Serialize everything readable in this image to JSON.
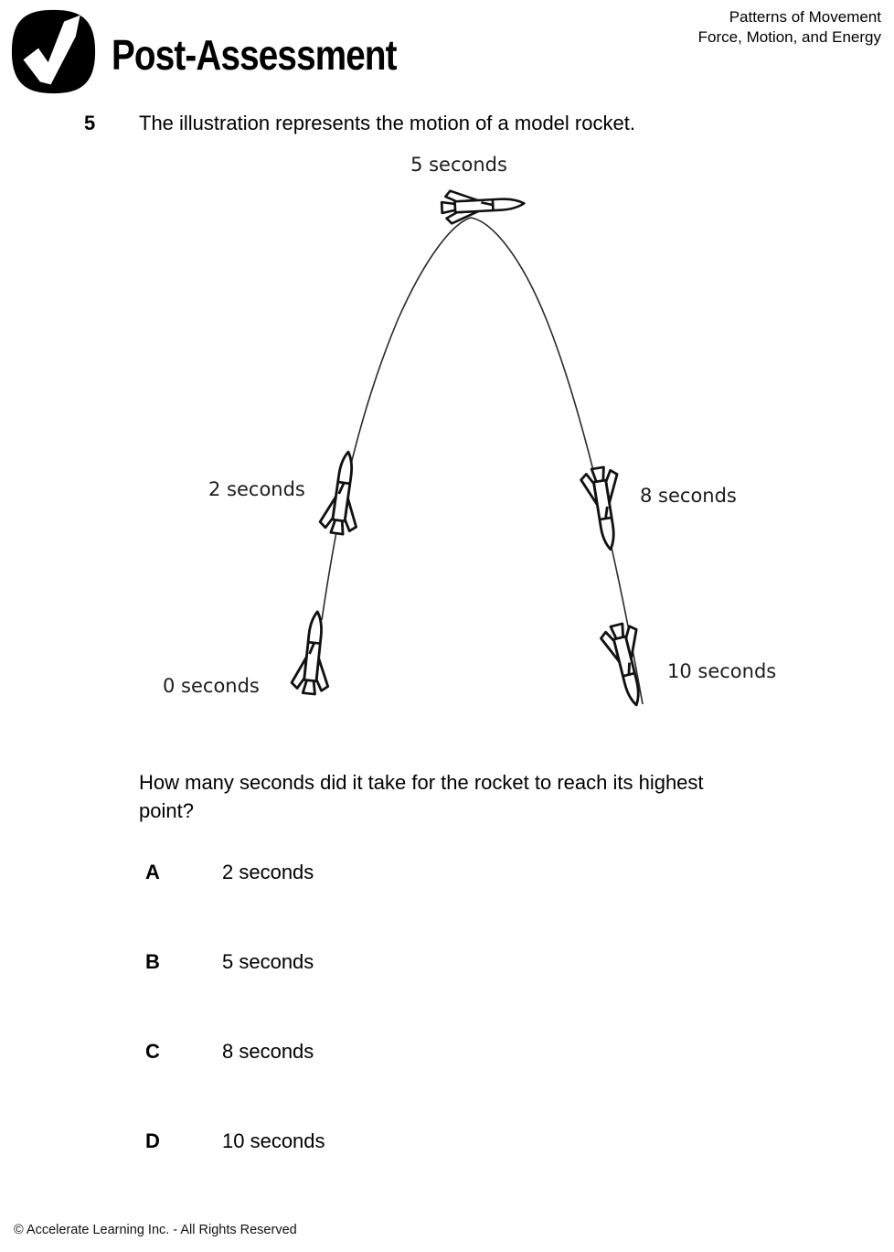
{
  "header": {
    "title": "Post-Assessment",
    "unit_line1": "Patterns of Movement",
    "unit_line2": "Force, Motion, and Energy"
  },
  "question": {
    "number": "5",
    "intro": "The illustration represents the motion of a model rocket.",
    "prompt": "How many seconds did it take for the rocket to reach its highest point?"
  },
  "illustration": {
    "description": "Parabolic trajectory of a model rocket shown at five moments in time",
    "labels": [
      "0 seconds",
      "2 seconds",
      "5 seconds",
      "8 seconds",
      "10 seconds"
    ]
  },
  "options": [
    {
      "letter": "A",
      "text": "2 seconds"
    },
    {
      "letter": "B",
      "text": "5 seconds"
    },
    {
      "letter": "C",
      "text": "8 seconds"
    },
    {
      "letter": "D",
      "text": "10 seconds"
    }
  ],
  "footer": {
    "copyright": "© Accelerate Learning Inc. - All Rights Reserved"
  },
  "colors": {
    "ink": "#000000",
    "background": "#ffffff",
    "trajectory": "#2a2a2a"
  }
}
